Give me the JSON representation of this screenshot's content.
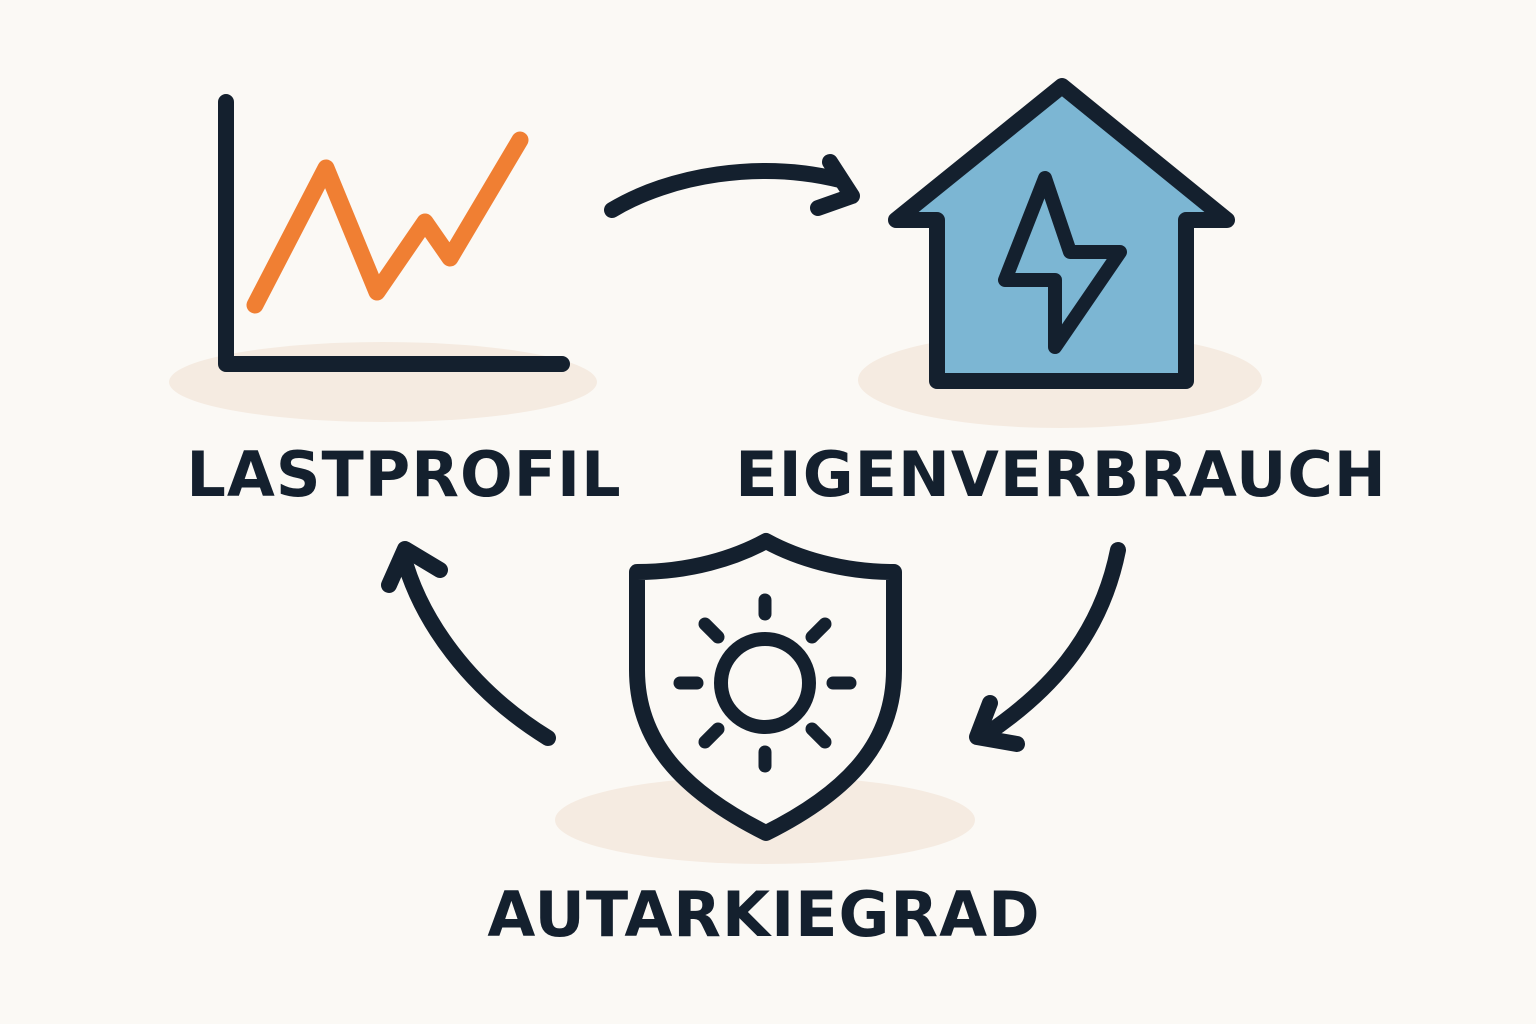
{
  "colors": {
    "background": "#fbf9f5",
    "ink": "#14202e",
    "shadow": "#f5ebe1",
    "chart_line": "#f07f33",
    "house_fill": "#7cb6d3",
    "shield_fill": "#fbf9f5"
  },
  "nodes": [
    {
      "id": "lastprofil",
      "label": "LASTPROFIL",
      "icon": "line-chart-icon"
    },
    {
      "id": "eigenverbrauch",
      "label": "EIGENVERBRAUCH",
      "icon": "house-lightning-icon"
    },
    {
      "id": "autarkiegrad",
      "label": "AUTARKIEGRAD",
      "icon": "shield-sun-icon"
    }
  ],
  "cycle": [
    {
      "from": "lastprofil",
      "to": "eigenverbrauch"
    },
    {
      "from": "eigenverbrauch",
      "to": "autarkiegrad"
    },
    {
      "from": "autarkiegrad",
      "to": "lastprofil"
    }
  ]
}
